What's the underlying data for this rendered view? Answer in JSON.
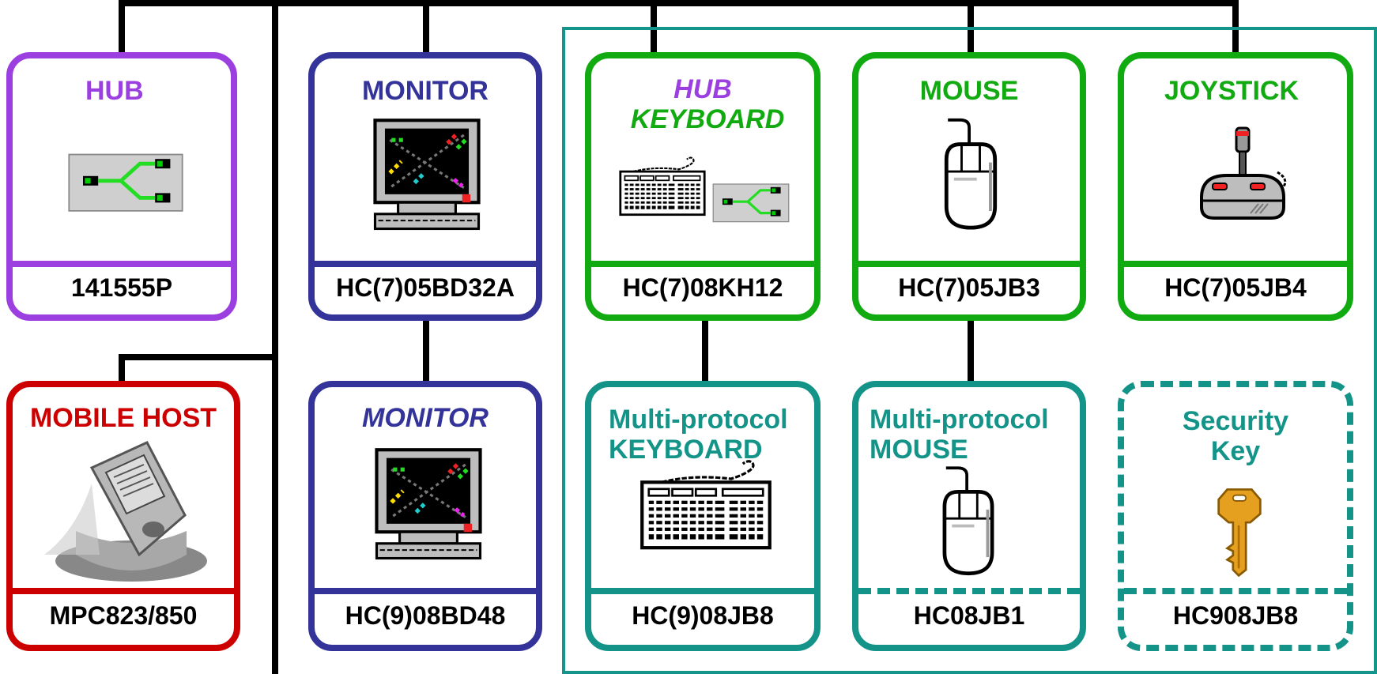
{
  "colors": {
    "hub": "#9b3fe0",
    "monitor": "#33339a",
    "mobile": "#cc0000",
    "green": "#11aa11",
    "teal": "#149488",
    "wire": "#000000"
  },
  "cards": {
    "hub": {
      "title": "HUB",
      "code": "141555P",
      "icon": "hub-icon"
    },
    "monitor1": {
      "title": "MONITOR",
      "code": "HC(7)05BD32A",
      "icon": "monitor-icon"
    },
    "monitor2": {
      "title": "MONITOR",
      "code": "HC(9)08BD48",
      "icon": "monitor-icon"
    },
    "mobile": {
      "title": "MOBILE HOST",
      "code": "MPC823/850",
      "icon": "pda-icon"
    },
    "hubkb": {
      "title1": "HUB",
      "title2": "KEYBOARD",
      "code": "HC(7)08KH12",
      "icon": "keyboard-hub-icon"
    },
    "mouse": {
      "title": "MOUSE",
      "code": "HC(7)05JB3",
      "icon": "mouse-icon"
    },
    "joystick": {
      "title": "JOYSTICK",
      "code": "HC(7)05JB4",
      "icon": "joystick-icon"
    },
    "mpkb": {
      "title1": "Multi-protocol",
      "title2": "KEYBOARD",
      "code": "HC(9)08JB8",
      "icon": "keyboard-icon"
    },
    "mpmouse": {
      "title1": "Multi-protocol",
      "title2": "MOUSE",
      "code": "HC08JB1",
      "icon": "mouse-icon"
    },
    "seckey": {
      "title1": "Security",
      "title2": "Key",
      "code": "HC908JB8",
      "icon": "key-icon"
    }
  }
}
